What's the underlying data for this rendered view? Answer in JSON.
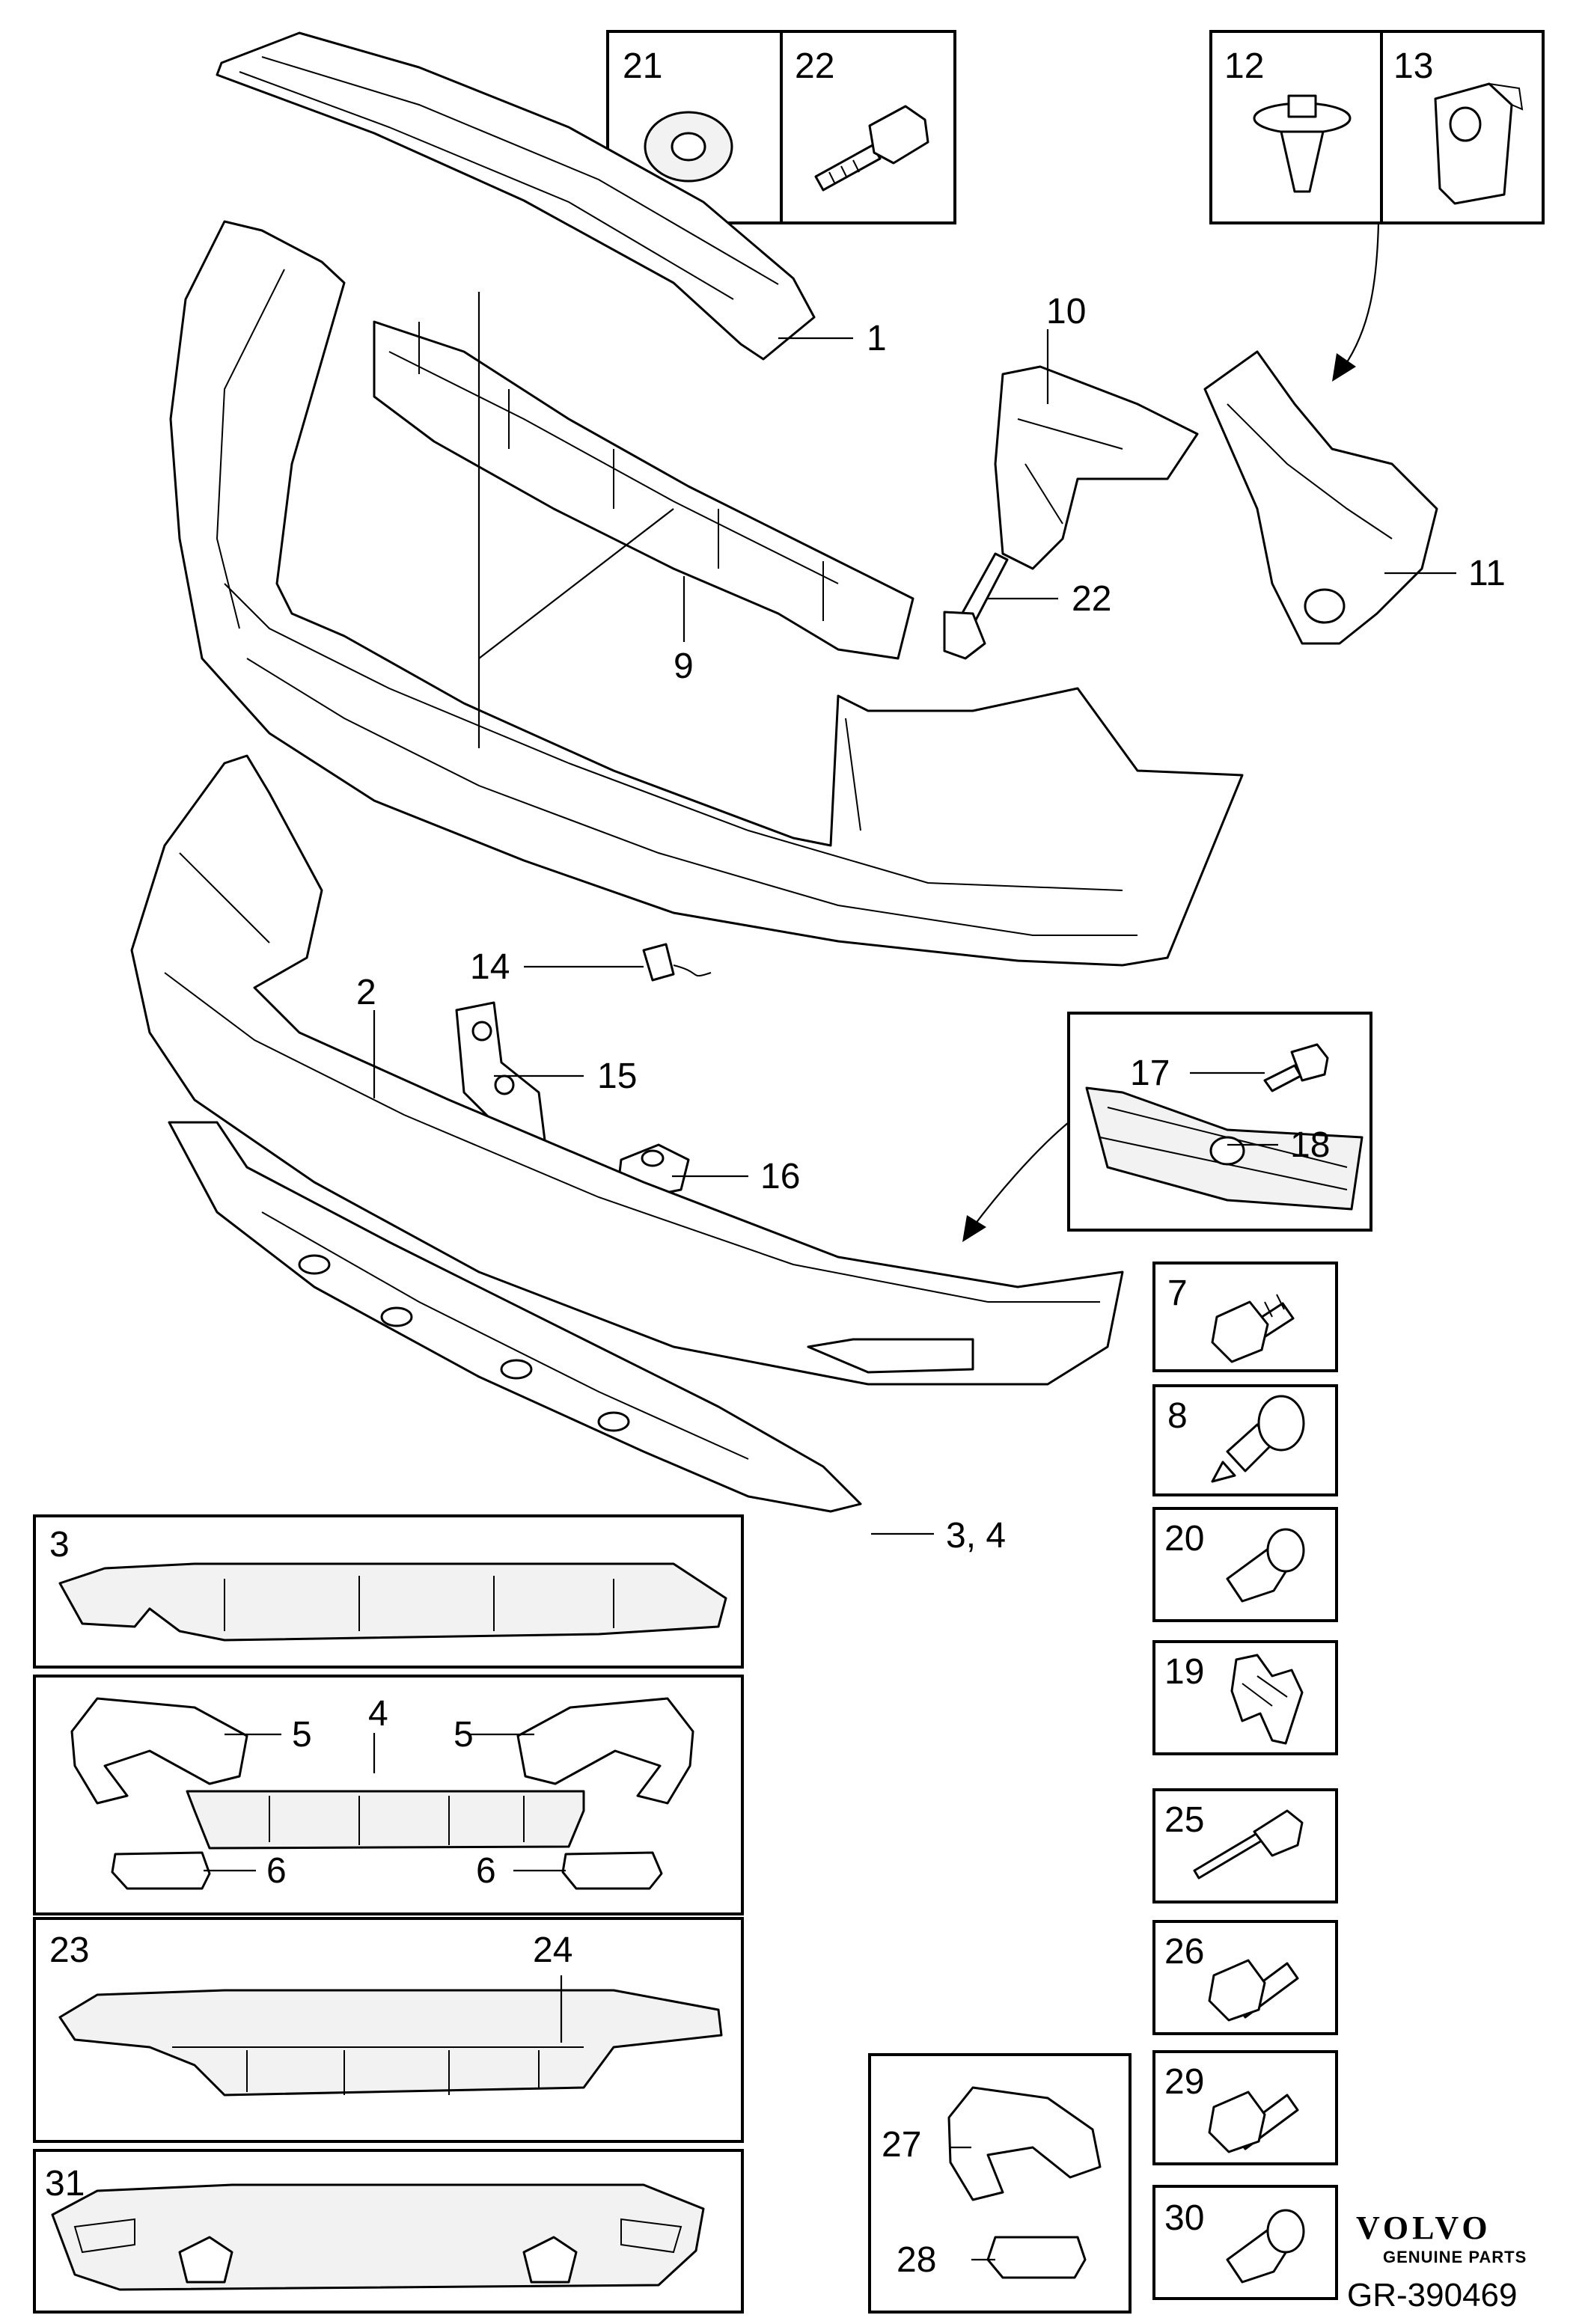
{
  "brand": {
    "logo_text": "VOLVO",
    "tagline": "GENUINE PARTS",
    "reference": "GR-390469"
  },
  "callouts": {
    "c1": "1",
    "c2": "2",
    "c3_4": "3, 4",
    "c9": "9",
    "c10": "10",
    "c11": "11",
    "c14": "14",
    "c15": "15",
    "c16": "16",
    "c17": "17",
    "c18": "18",
    "c22_main": "22"
  },
  "boxes": {
    "b21": "21",
    "b22": "22",
    "b12": "12",
    "b13": "13",
    "b7": "7",
    "b8": "8",
    "b20": "20",
    "b19": "19",
    "b25": "25",
    "b26": "26",
    "b29": "29",
    "b30": "30",
    "b27": "27",
    "b28": "28",
    "b3": "3",
    "b4": "4",
    "b5_left": "5",
    "b5_right": "5",
    "b6_left": "6",
    "b6_right": "6",
    "b23": "23",
    "b24": "24",
    "b31": "31"
  },
  "icons": {
    "washer": "washer-icon",
    "bolt": "bolt-icon",
    "clip": "push-clip-icon",
    "nut": "clip-nut-icon",
    "arrow": "pointer-arrow-icon"
  }
}
